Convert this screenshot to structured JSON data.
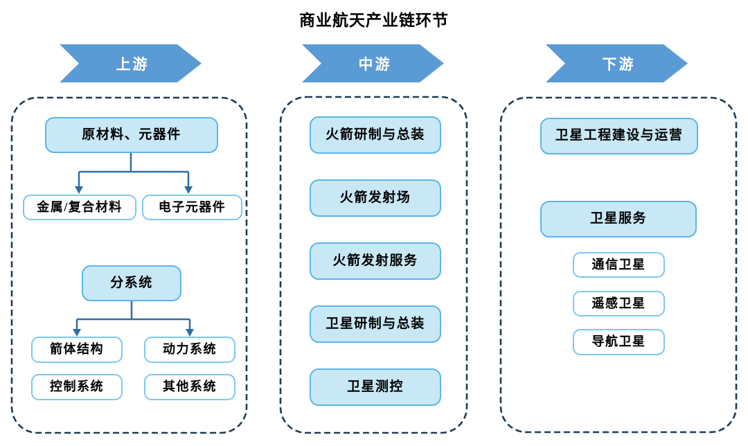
{
  "title": "商业航天产业链环节",
  "colors": {
    "banner_blue": "#5B9BD5",
    "banner_text": "#FFFFFF",
    "filled_box_fill": "#C9E8F6",
    "filled_box_border": "#5AB6E8",
    "plain_box_border": "#7CC8EE",
    "dashed_container_border": "#1F3B54",
    "connector_line": "#2E6DA4",
    "text": "#000000"
  },
  "upstream": {
    "header": "上游",
    "tree1": {
      "parent": "原材料、元器件",
      "children": [
        "金属/复合材料",
        "电子元器件"
      ]
    },
    "tree2": {
      "parent": "分系统",
      "children": [
        "箭体结构",
        "动力系统",
        "控制系统",
        "其他系统"
      ]
    }
  },
  "midstream": {
    "header": "中游",
    "items": [
      "火箭研制与总装",
      "火箭发射场",
      "火箭发射服务",
      "卫星研制与总装",
      "卫星测控"
    ]
  },
  "downstream": {
    "header": "下游",
    "items": [
      "卫星工程建设与运营",
      "卫星服务"
    ],
    "satellites": [
      "通信卫星",
      "遥感卫星",
      "导航卫星"
    ]
  }
}
